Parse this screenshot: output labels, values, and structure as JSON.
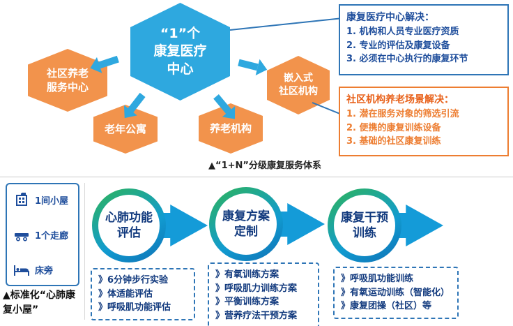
{
  "colors": {
    "center_hex_blue": "#2ea8df",
    "satellite_hex_orange": "#f2934c",
    "navy_text": "#1f4e9c",
    "blue_box_border": "#2e75b6",
    "orange_box_border": "#ed7d31",
    "orange_text": "#e8611a",
    "step_arrow_blue": "#149bd8",
    "ring_green": "#2fb457"
  },
  "top": {
    "hex_center": "“1”个\n康复医疗\n中心",
    "hex_community": "社区养老\n服务中心",
    "hex_apartment": "老年公寓",
    "hex_institution": "养老机构",
    "hex_embedded": "嵌入式\n社区机构",
    "blue_box": {
      "title": "康复医疗中心解决：",
      "items": [
        "1. 机构和人员专业医疗资质",
        "2. 专业的评估及康复设备",
        "3. 必须在中心执行的康复环节"
      ]
    },
    "orange_box": {
      "title": "社区机构养老场景解决：",
      "items": [
        "1. 潜在服务对象的筛选引流",
        "2. 便携的康复训练设备",
        "3. 基础的社区康复训练"
      ]
    },
    "caption": "▲“1+N”分级康复服务体系"
  },
  "cabin": {
    "items": [
      {
        "icon": "building-icon",
        "label": "1间小屋"
      },
      {
        "icon": "gurney-icon",
        "label": "1个走廊"
      },
      {
        "icon": "bed-icon",
        "label": "床旁"
      }
    ],
    "caption": "▲标准化“心肺康复小屋”"
  },
  "steps": [
    {
      "title": "心肺功能\n评估",
      "items": [
        "》6分钟步行实验",
        "》体适能评估",
        "》呼吸肌功能评估"
      ]
    },
    {
      "title": "康复方案\n定制",
      "items": [
        "》有氧训练方案",
        "》呼吸肌力训练方案",
        "》平衡训练方案",
        "》营养疗法干预方案"
      ]
    },
    {
      "title": "康复干预\n训练",
      "items": [
        "》呼吸肌功能训练",
        "》有氧运动训练（智能化）",
        "》康复团操（社区）等"
      ]
    }
  ]
}
